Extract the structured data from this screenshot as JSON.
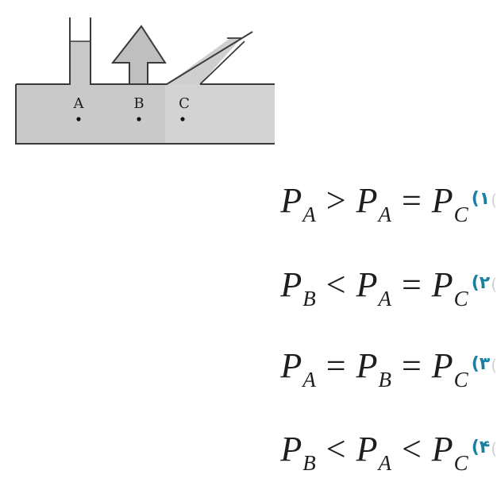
{
  "figure": {
    "points": [
      {
        "label": "A"
      },
      {
        "label": "B"
      },
      {
        "label": "C"
      }
    ],
    "colors": {
      "fluid": "#c9c9c9",
      "fluid_light": "#d6d6d6",
      "outline": "#3a3a3a",
      "arrow_fill": "#bfbfbf"
    }
  },
  "options": [
    {
      "number": "۱",
      "parts": [
        {
          "sym": "P",
          "sub": "A"
        },
        {
          "op": ">"
        },
        {
          "sym": "P",
          "sub": "A"
        },
        {
          "op": "="
        },
        {
          "sym": "P",
          "sub": "C"
        }
      ]
    },
    {
      "number": "۲",
      "parts": [
        {
          "sym": "P",
          "sub": "B"
        },
        {
          "op": "<"
        },
        {
          "sym": "P",
          "sub": "A"
        },
        {
          "op": "="
        },
        {
          "sym": "P",
          "sub": "C"
        }
      ]
    },
    {
      "number": "۳",
      "parts": [
        {
          "sym": "P",
          "sub": "A"
        },
        {
          "op": "="
        },
        {
          "sym": "P",
          "sub": "B"
        },
        {
          "op": "="
        },
        {
          "sym": "P",
          "sub": "C"
        }
      ]
    },
    {
      "number": "۴",
      "parts": [
        {
          "sym": "P",
          "sub": "B"
        },
        {
          "op": "<"
        },
        {
          "sym": "P",
          "sub": "A"
        },
        {
          "op": "<"
        },
        {
          "sym": "P",
          "sub": "C"
        }
      ]
    }
  ],
  "option_number_color": "#1a7fa0"
}
